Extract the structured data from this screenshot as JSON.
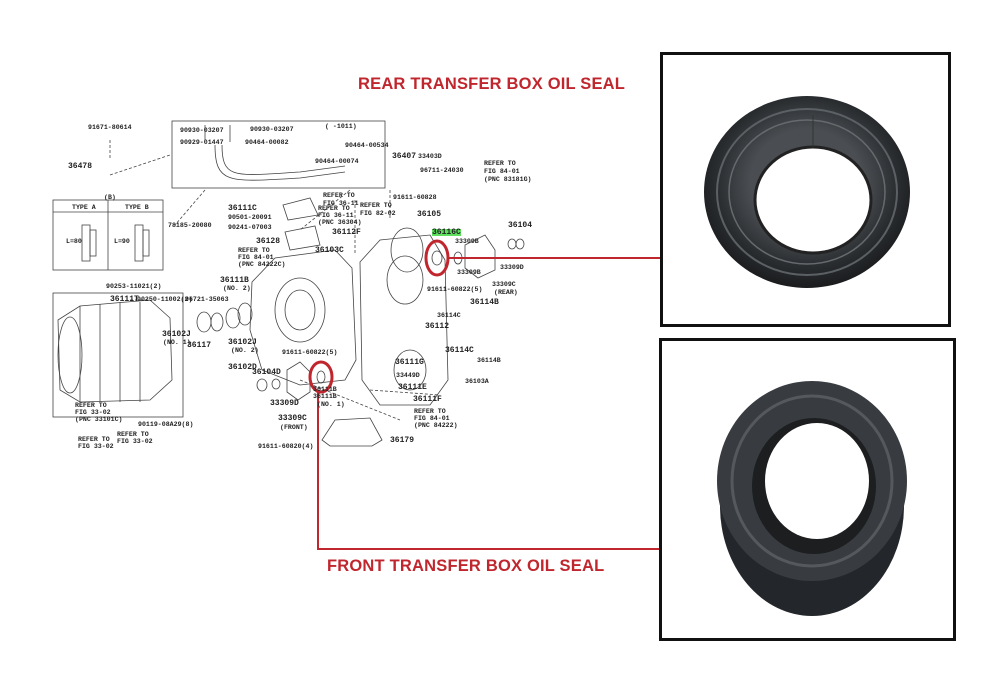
{
  "titles": {
    "rear": "REAR TRANSFER BOX OIL SEAL",
    "front": "FRONT TRANSFER BOX OIL SEAL"
  },
  "colors": {
    "accent_red": "#c0262d",
    "highlight_green": "#5ee05e",
    "seal_rubber": "#2a2d30"
  },
  "photos": {
    "rear": {
      "icon": "oil-seal-photo"
    },
    "front": {
      "icon": "oil-seal-photo"
    }
  },
  "diagram": {
    "highlighted_part": "36116C",
    "labels": [
      "91671-80614",
      "36478",
      "90930-03207",
      "90930-03207",
      "90929-01447",
      "90464-00082",
      "90464-00534",
      "90464-00074",
      "36407",
      "(   -1011)",
      "78185-20080",
      "36111C",
      "90501-20091",
      "90241-07003",
      "36128",
      "REFER TO",
      "FIG 36-11",
      "REFER TO",
      "FIG 36-11",
      "(PNC 36304)",
      "REFER TO",
      "FIG 82-02",
      "36112F",
      "36103C",
      "REFER TO",
      "FIG 84-01",
      "(PNC 84222C)",
      "36111B",
      "(NO. 2)",
      "(B)",
      "TYPE A",
      "TYPE B",
      "L=80",
      "L=90",
      "33403D",
      "96711-24030",
      "91611-60828",
      "REFER TO",
      "FIG 84-01",
      "(PNC 83181G)",
      "36105",
      "36116C",
      "33309B",
      "33309B",
      "36104",
      "33309D",
      "33309C",
      "(REAR)",
      "91611-60822(5)",
      "36114B",
      "36114C",
      "36112",
      "90253-11021(2)",
      "36111T",
      "90250-11002(2)",
      "96721-35063",
      "36117",
      "36102J",
      "(NO. 1)",
      "36102J",
      "(NO. 2)",
      "36102D",
      "91611-60822(5)",
      "36104D",
      "33309D",
      "33309C",
      "(FRONT)",
      "36111B",
      "(NO. 1)",
      "REFER TO",
      "FIG 33-02",
      "(PNC 33101C)",
      "90119-08A29(8)",
      "REFER TO",
      "FIG 33-02",
      "REFER TO",
      "FIG 33-02",
      "36114C",
      "36114B",
      "36111G",
      "33449D",
      "36111E",
      "36103A",
      "36111F",
      "REFER TO",
      "FIG 84-01",
      "(PNC 84222)",
      "36179",
      "91611-60820(4)",
      "36111B"
    ]
  }
}
